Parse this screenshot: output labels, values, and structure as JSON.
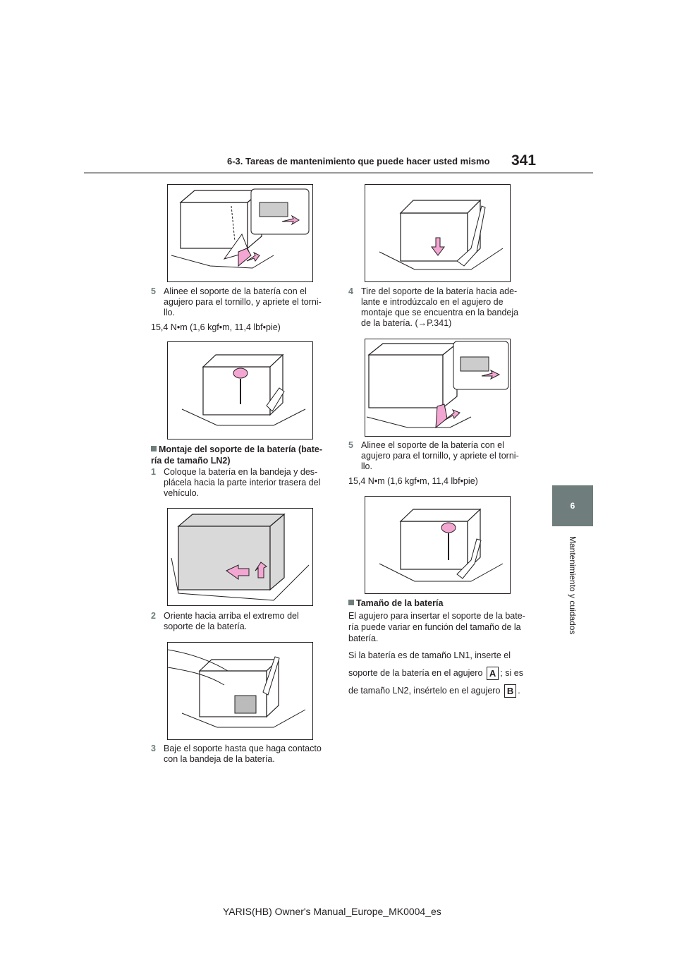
{
  "header": {
    "section_title": "6-3. Tareas de mantenimiento que puede hacer usted mismo",
    "page_number": "341"
  },
  "side_tab": {
    "chapter_number": "6",
    "chapter_label": "Mantenimiento y cuidados"
  },
  "left_column": {
    "step5": {
      "num": "5",
      "text": "Alinee el soporte de la batería con el agujero para el tornillo, y apriete el torni-llo."
    },
    "torque1": "15,4 N•m (1,6 kgf•m, 11,4 lbf•pie)",
    "heading_ln2": "Montaje del soporte de la batería (bate-ría de tamaño LN2)",
    "step1": {
      "num": "1",
      "text": "Coloque la batería en la bandeja y des-plácela hacia la parte interior trasera del vehículo."
    },
    "step2": {
      "num": "2",
      "text": "Oriente hacia arriba el extremo del soporte de la batería."
    },
    "step3": {
      "num": "3",
      "text": "Baje el soporte hasta que haga contacto con la bandeja de la batería."
    }
  },
  "right_column": {
    "step4": {
      "num": "4",
      "text": "Tire del soporte de la batería hacia ade-lante e introdúzcalo en el agujero de montaje que se encuentra en la bandeja de la batería. (→P.341)"
    },
    "step5": {
      "num": "5",
      "text": "Alinee el soporte de la batería con el agujero para el tornillo, y apriete el torni-llo."
    },
    "torque2": "15,4 N•m (1,6 kgf•m, 11,4 lbf•pie)",
    "heading_size": "Tamaño de la batería",
    "para1": "El agujero para insertar el soporte de la bate-ría puede variar en función del tamaño de la batería.",
    "para2_a": "Si la batería es de tamaño LN1, inserte el soporte de la batería en el agujero",
    "key_a": "A",
    "para2_b": "; si es de tamaño LN2, insértelo en el agujero",
    "key_b": "B",
    "para2_c": "."
  },
  "footer": {
    "manual_id": "YARIS(HB) Owner's Manual_Europe_MK0004_es"
  },
  "colors": {
    "accent_gray": "#6f7d7c",
    "arrow_pink": "#f4a6d3",
    "battery_shade": "#d9d9d9"
  }
}
